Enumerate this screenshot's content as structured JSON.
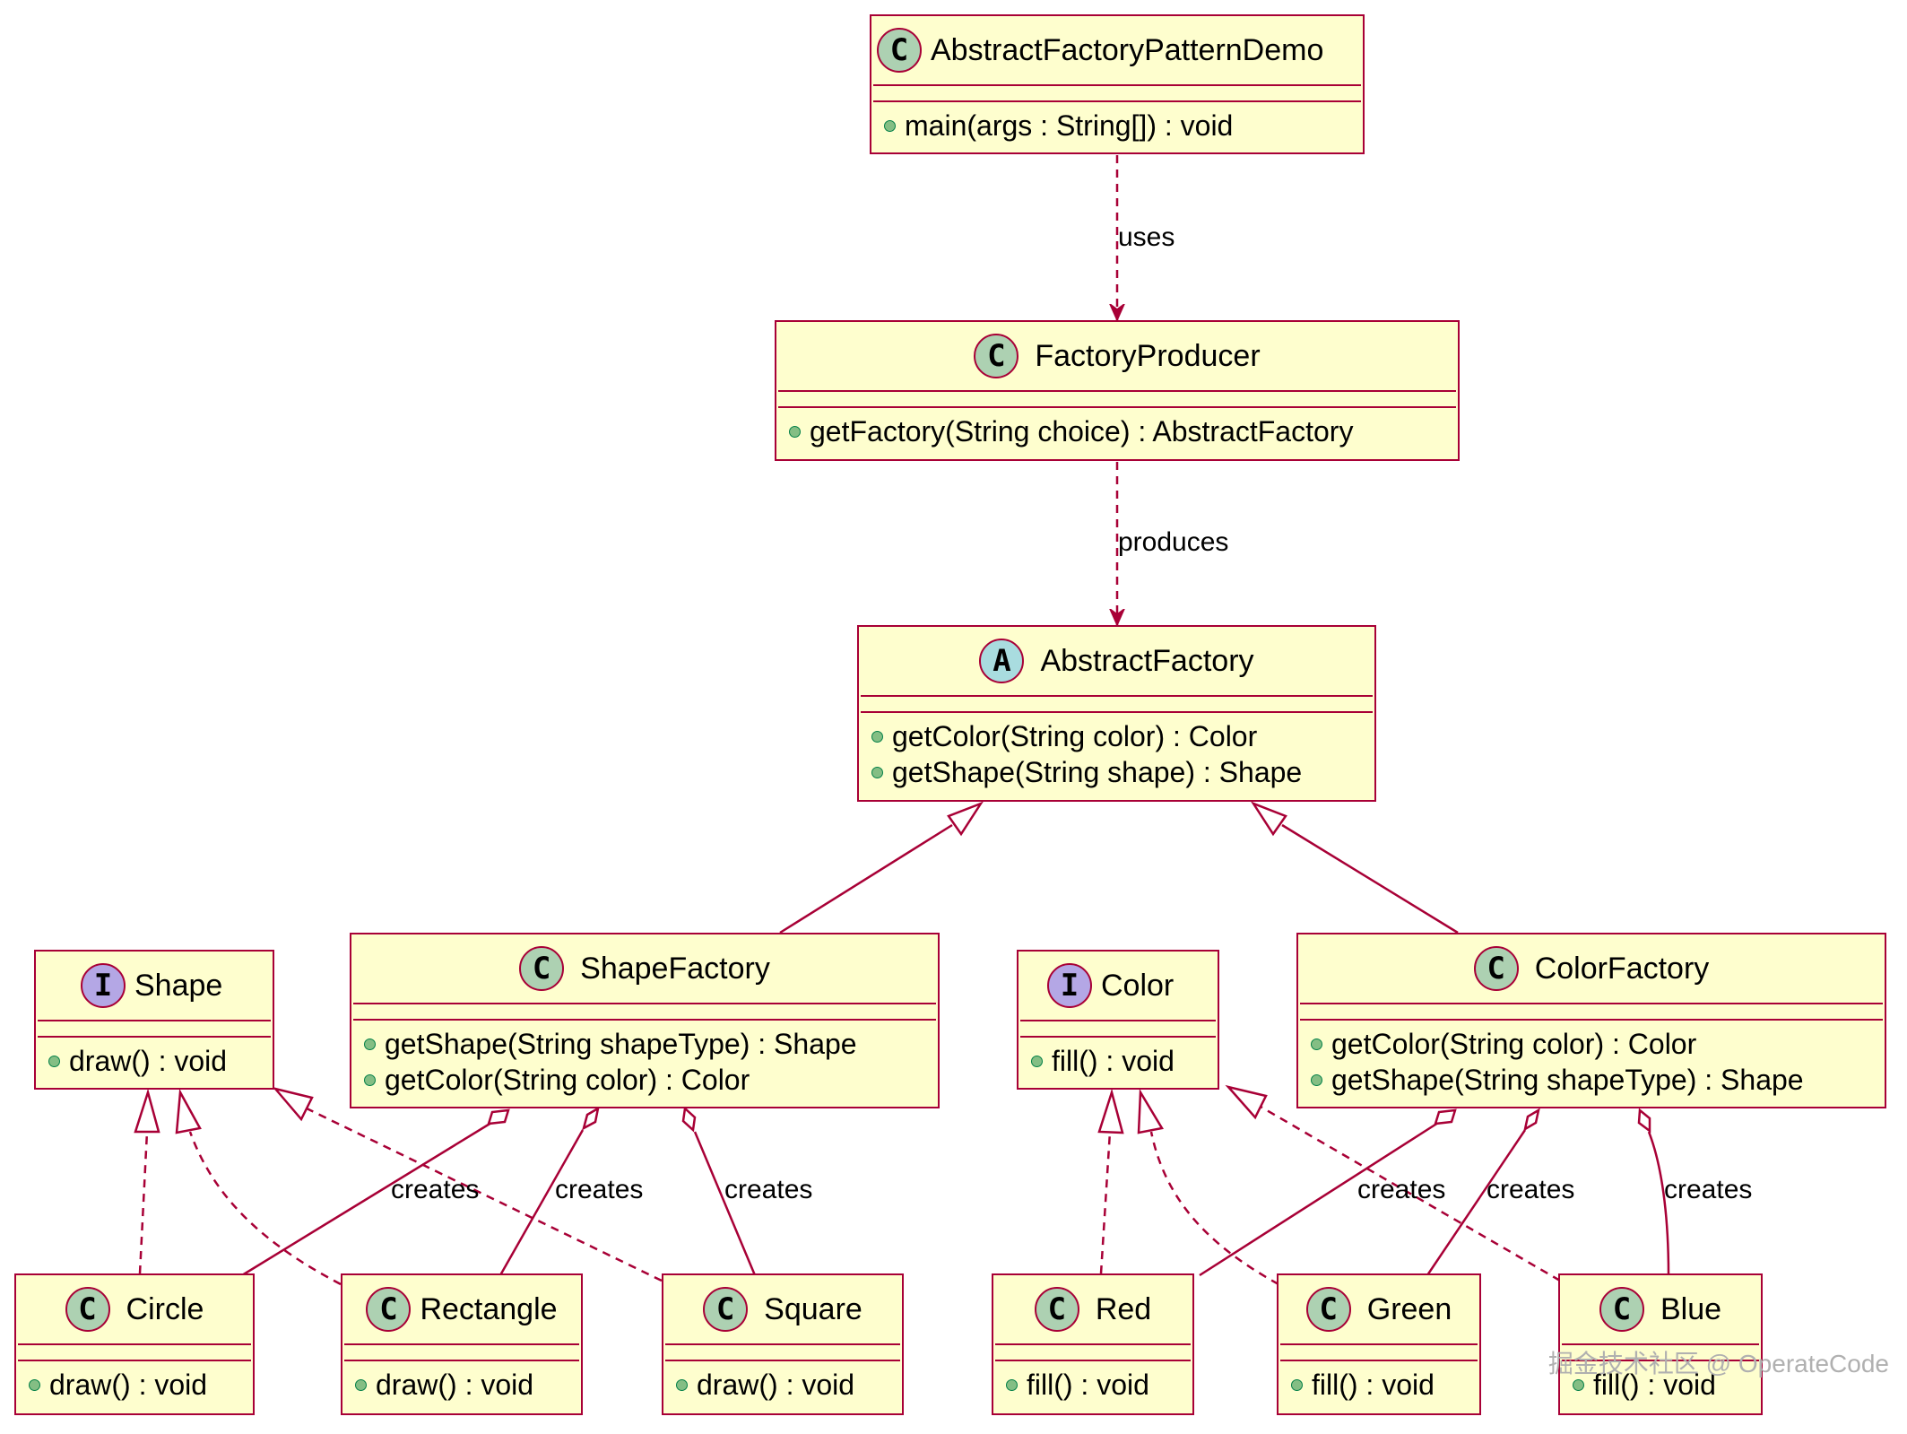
{
  "classes": {
    "demo": {
      "kind": "C",
      "name": "AbstractFactoryPatternDemo",
      "members": [
        "main(args : String[]) : void"
      ]
    },
    "producer": {
      "kind": "C",
      "name": "FactoryProducer",
      "members": [
        "getFactory(String choice) : AbstractFactory"
      ]
    },
    "abstract_factory": {
      "kind": "A",
      "name": "AbstractFactory",
      "members": [
        "getColor(String color) : Color",
        "getShape(String shape) : Shape"
      ]
    },
    "shape": {
      "kind": "I",
      "name": "Shape",
      "members": [
        "draw() : void"
      ]
    },
    "shape_factory": {
      "kind": "C",
      "name": "ShapeFactory",
      "members": [
        "getShape(String shapeType) : Shape",
        "getColor(String color) : Color"
      ]
    },
    "color": {
      "kind": "I",
      "name": "Color",
      "members": [
        "fill() : void"
      ]
    },
    "color_factory": {
      "kind": "C",
      "name": "ColorFactory",
      "members": [
        "getColor(String color) : Color",
        "getShape(String shapeType) : Shape"
      ]
    },
    "circle": {
      "kind": "C",
      "name": "Circle",
      "members": [
        "draw() : void"
      ]
    },
    "rectangle": {
      "kind": "C",
      "name": "Rectangle",
      "members": [
        "draw() : void"
      ]
    },
    "square": {
      "kind": "C",
      "name": "Square",
      "members": [
        "draw() : void"
      ]
    },
    "red": {
      "kind": "C",
      "name": "Red",
      "members": [
        "fill() : void"
      ]
    },
    "green": {
      "kind": "C",
      "name": "Green",
      "members": [
        "fill() : void"
      ]
    },
    "blue": {
      "kind": "C",
      "name": "Blue",
      "members": [
        "fill() : void"
      ]
    }
  },
  "edge_labels": {
    "uses": "uses",
    "produces": "produces",
    "creates": "creates"
  },
  "watermark": "掘金技术社区 @ OperateCode",
  "colors": {
    "border": "#A80036",
    "fill": "#FEFECE",
    "class_badge": "#ADD1B2",
    "abstract_badge": "#A9DCDF",
    "interface_badge": "#B4A7E5",
    "public_dot": "#84BE84"
  }
}
